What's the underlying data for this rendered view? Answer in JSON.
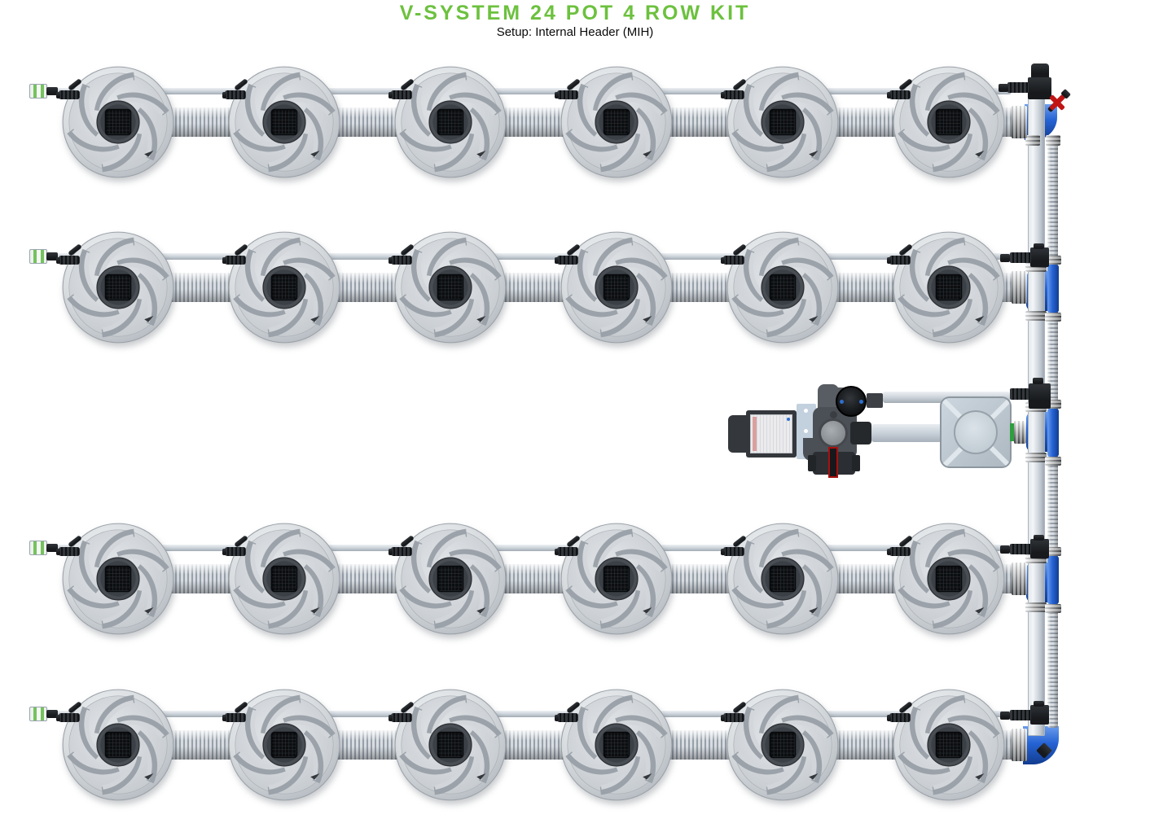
{
  "header": {
    "title": "V-SYSTEM 24 POT 4 ROW KIT",
    "subtitle": "Setup: Internal Header (MIH)"
  },
  "kit": {
    "name": "V-SYSTEM",
    "total_pots": 24,
    "rows": 4,
    "pots_per_row": 6,
    "setup": "Internal Header (MIH)",
    "setup_code": "MIH"
  },
  "colors": {
    "accent_green": "#6CC13E",
    "pipe_blue": "#2563D4",
    "valve_red": "#C11414",
    "pot_gray": "#CDD2D7",
    "background": "#FFFFFF"
  }
}
